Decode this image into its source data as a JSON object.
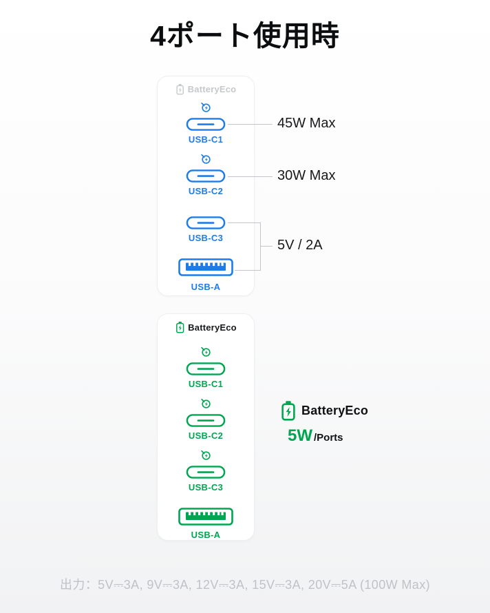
{
  "title": "4ポート使用時",
  "colors": {
    "blue": "#1e7ce8",
    "green": "#00a551",
    "logoGray": "#c6c9cc",
    "line": "#c2c6ca",
    "ink": "#17181a",
    "muted": "#bfc3c6"
  },
  "device_top": {
    "logo": "BatteryEco",
    "ports": [
      {
        "label": "USB-C1",
        "type": "usb-c",
        "fast_charge_icon": true
      },
      {
        "label": "USB-C2",
        "type": "usb-c",
        "fast_charge_icon": true
      },
      {
        "label": "USB-C3",
        "type": "usb-c",
        "fast_charge_icon": false
      },
      {
        "label": "USB-A",
        "type": "usb-a",
        "fast_charge_icon": false
      }
    ],
    "annotations": {
      "c1": "45W Max",
      "c2": "30W Max",
      "c3_and_a": "5V / 2A"
    }
  },
  "device_bottom": {
    "logo": "BatteryEco",
    "ports": [
      {
        "label": "USB-C1",
        "type": "usb-c",
        "eco_icon": true
      },
      {
        "label": "USB-C2",
        "type": "usb-c",
        "eco_icon": true
      },
      {
        "label": "USB-C3",
        "type": "usb-c",
        "eco_icon": true
      },
      {
        "label": "USB-A",
        "type": "usb-a",
        "eco_icon": false
      }
    ]
  },
  "badge": {
    "brand": "BatteryEco",
    "power": "5W",
    "per": "/Ports"
  },
  "footer": "出力：5V⎓3A, 9V⎓3A, 12V⎓3A, 15V⎓3A, 20V⎓5A (100W Max)"
}
